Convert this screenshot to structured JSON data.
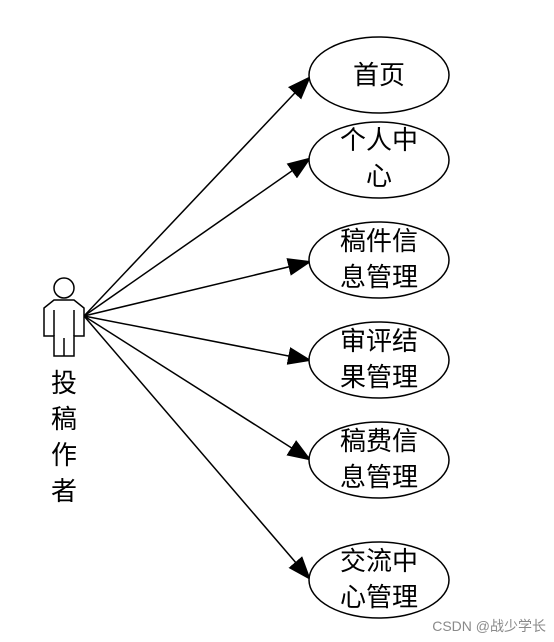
{
  "actor": {
    "name_lines": [
      "投",
      "稿",
      "作",
      "者"
    ]
  },
  "use_cases": [
    {
      "id": "home",
      "lines": [
        "首页"
      ]
    },
    {
      "id": "personal-center",
      "lines": [
        "个人中",
        "心"
      ]
    },
    {
      "id": "manuscript-info-management",
      "lines": [
        "稿件信",
        "息管理"
      ]
    },
    {
      "id": "review-result-management",
      "lines": [
        "审评结",
        "果管理"
      ]
    },
    {
      "id": "manuscript-fee-info-management",
      "lines": [
        "稿费信",
        "息管理"
      ]
    },
    {
      "id": "communication-center-management",
      "lines": [
        "交流中",
        "心管理"
      ]
    }
  ],
  "watermark": "CSDN @战少学长",
  "colors": {
    "line": "#000000",
    "background": "#ffffff",
    "watermark": "#8a8a8a"
  }
}
